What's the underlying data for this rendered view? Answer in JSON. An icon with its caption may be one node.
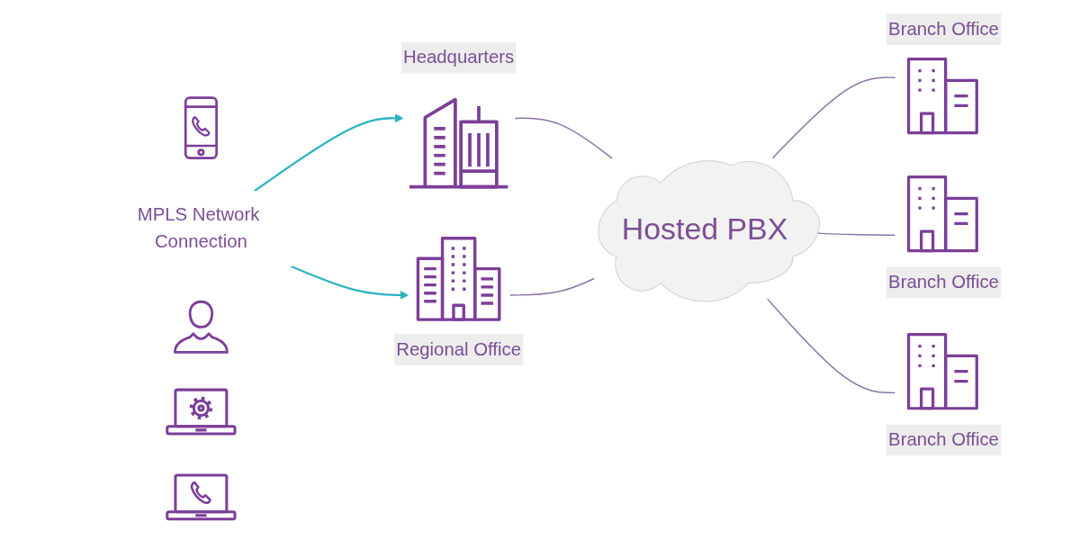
{
  "diagram": {
    "nodes": [
      {
        "text": [
          "Headquarters"
        ]
      },
      {
        "text": [],
        "shape": "picture"
      },
      {
        "text": [
          "Branch Office"
        ]
      },
      {
        "text": [
          "MPLS Network Connection"
        ]
      },
      {
        "text": [],
        "shape": "person"
      },
      {
        "text": [],
        "shape": "picture"
      },
      {
        "text": [
          "Hosted PBX"
        ]
      },
      {
        "text": [
          "Branch Office"
        ]
      },
      {
        "text": [
          "Regional Office"
        ]
      },
      {
        "text": [],
        "shape": "picture"
      },
      {
        "text": [
          "Branch Office"
        ]
      }
    ],
    "edges": [
      {
        "from": 3,
        "to": 0,
        "arrow": "to",
        "color": "#2bb3c0"
      },
      {
        "from": 3,
        "to": 8,
        "arrow": "to",
        "color": "#2bb3c0"
      },
      {
        "from": 0,
        "to": 6,
        "arrow": "none"
      },
      {
        "from": 8,
        "to": 6,
        "arrow": "none"
      },
      {
        "from": 6,
        "to": 2,
        "arrow": "none"
      },
      {
        "from": 6,
        "to": 7,
        "arrow": "none"
      },
      {
        "from": 6,
        "to": 10,
        "arrow": "none"
      }
    ]
  }
}
